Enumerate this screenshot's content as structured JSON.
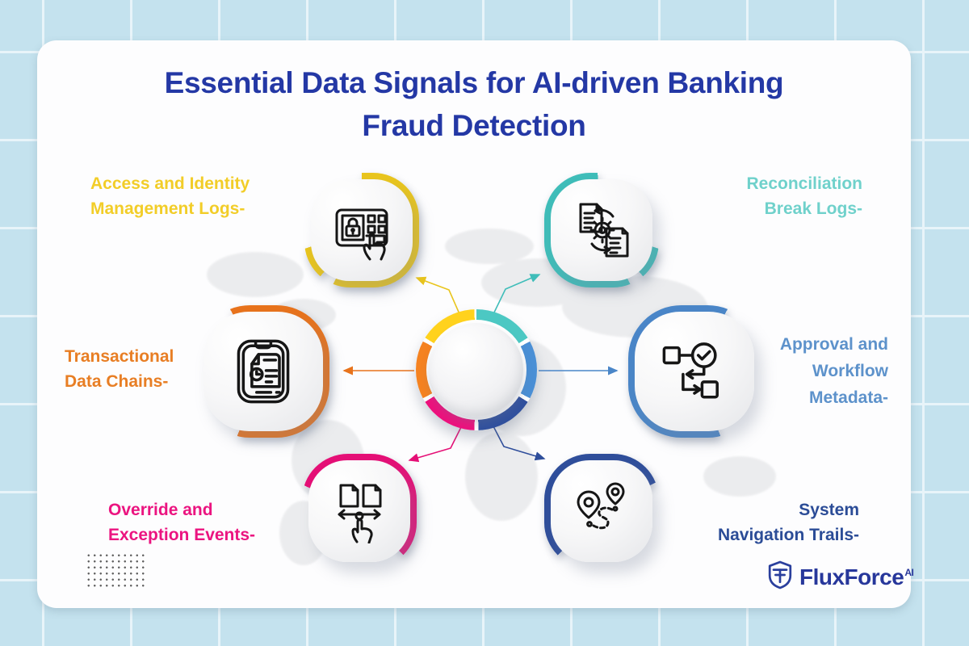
{
  "title": {
    "line1": "Essential Data Signals for AI-driven Banking",
    "line2": "Fraud Detection",
    "color": "#2438a5"
  },
  "items": [
    {
      "id": "access-identity",
      "lines": [
        "Access and Identity",
        "Management Logs-"
      ],
      "color": "#f2cd28",
      "icon": "keypad-lock-icon"
    },
    {
      "id": "reconciliation",
      "lines": [
        "Reconciliation",
        "Break Logs-"
      ],
      "color": "#6fd1cb",
      "icon": "sync-documents-icon"
    },
    {
      "id": "transactional",
      "lines": [
        "Transactional",
        "Data Chains-"
      ],
      "color": "#e87e24",
      "icon": "clipboard-record-icon"
    },
    {
      "id": "approval-workflow",
      "lines": [
        "Approval and",
        "Workflow",
        "Metadata-"
      ],
      "color": "#5d92cb",
      "icon": "workflow-check-icon"
    },
    {
      "id": "override-exception",
      "lines": [
        "Override and",
        "Exception Events-"
      ],
      "color": "#eb1480",
      "icon": "swap-documents-icon"
    },
    {
      "id": "system-navigation",
      "lines": [
        "System",
        "Navigation Trails-"
      ],
      "color": "#2b4c97",
      "icon": "map-trail-icon"
    }
  ],
  "hub": {
    "segment_colors": {
      "teal": "#4cc8c3",
      "blue": "#4a8fd5",
      "navy": "#30509e",
      "pink": "#ee107d",
      "orange": "#f58220",
      "yellow": "#ffd21d"
    }
  },
  "background": {
    "color": "#c4e2ee",
    "grid_color": "#e8f4f9",
    "card_color": "#fdfdfe"
  },
  "logo": {
    "text": "FluxForce",
    "superscript": "AI",
    "color": "#27379b",
    "icon": "shield-icon"
  }
}
